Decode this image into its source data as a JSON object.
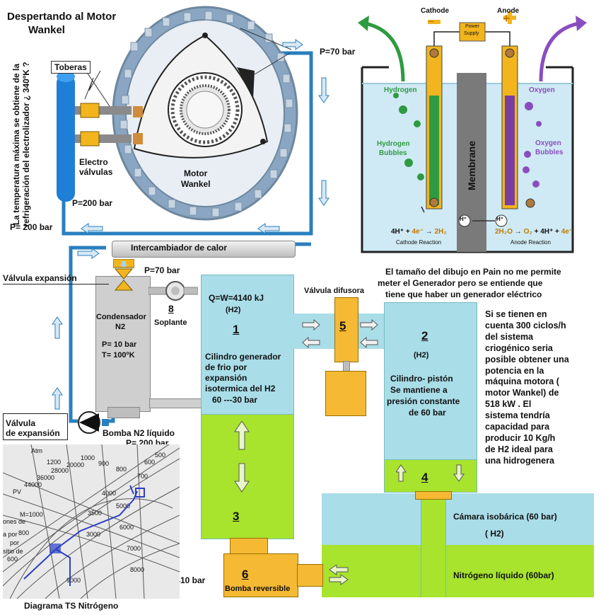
{
  "title_line1": "Despertando al Motor",
  "title_line2": "Wankel",
  "toberas": "Toberas",
  "vertical_note": "La temperatura máxima se obtiene de la refrigeración del electrolizador ¿ 340ºK ?",
  "electro_valvulas_1": "Electro",
  "electro_valvulas_2": "válvulas",
  "motor_1": "Motor",
  "motor_2": "Wankel",
  "p70_top": "P=70 bar",
  "p200_left": "P=200 bar",
  "p200_pipe": "P= 200 bar",
  "intercambiador": "Intercambiador de calor",
  "valvula_expansion_top": "Válvula expansión",
  "p70_mid": "P=70 bar",
  "condensador_1": "Condensador",
  "condensador_2": "N2",
  "condensador_p": "P= 10 bar",
  "condensador_t": "T= 100ºK",
  "soplante_num": "8",
  "soplante": "Soplante",
  "valvula_exp_1": "Válvula",
  "valvula_exp_2": "de expansión",
  "bomba_n2": "Bomba N2 líquido",
  "p200_bottom": "P= 200 bar",
  "cyl1_q": "Q=W=4140 kJ",
  "cyl1_h2": "(H2)",
  "cyl1_num": "1",
  "cyl1_d1": "Cilindro generador",
  "cyl1_d2": "de frio por",
  "cyl1_d3": "expansión",
  "cyl1_d4": "isotermica del H2",
  "cyl1_d5": "60 ---30 bar",
  "cyl3_num": "3",
  "valvula_difusora": "Válvula difusora",
  "valve5_num": "5",
  "cyl2_num": "2",
  "cyl2_h2": "(H2)",
  "cyl2_d1": "Cilindro- pistón",
  "cyl2_d2": "Se mantiene a",
  "cyl2_d3": "presión constante",
  "cyl2_d4": "de 60 bar",
  "cyl4_num": "4",
  "note_1": "El tamaño del dibujo en Pain no me permite",
  "note_2": "meter el Generador pero se entiende que",
  "note_3": "tiene que haber un generador  eléctrico",
  "right_text": [
    "Si se tienen en",
    "cuenta 300 ciclos/h",
    "del sistema",
    "criogénico seria",
    "posible obtener una",
    "potencia en la",
    "máquina motora (",
    "motor Wankel) de",
    "518 kW . El",
    "sistema tendría",
    "capacidad para",
    "producir 10 Kg/h",
    "de H2 ideal para",
    "una hidrogenera"
  ],
  "camara_1": "Cámara isobárica (60 bar)",
  "camara_2": "( H2)",
  "nitrogeno_liquido": "Nitrógeno líquido (60bar)",
  "pump6_num": "6",
  "pump6_label": "Bomba reversible",
  "ten_bar": "10 bar",
  "diagram_ts": "Diagrama TS Nitrógeno",
  "electrolyzer": {
    "cathode": "Cathode",
    "anode": "Anode",
    "power_supply_1": "Power",
    "power_supply_2": "Supply",
    "minus": "−",
    "plus": "+",
    "hydrogen": "Hydrogen",
    "oxygen": "Oxygen",
    "hydrogen_bubbles_1": "Hydrogen",
    "hydrogen_bubbles_2": "Bubbles",
    "oxygen_bubbles_1": "Oxygen",
    "oxygen_bubbles_2": "Bubbles",
    "membrane": "Membrane",
    "ion": "H⁺",
    "electron": "e⁻",
    "cathode_eq_a": "4H⁺ + ",
    "cathode_eq_b": "4e⁻",
    "cathode_eq_c": " → ",
    "cathode_eq_d": "2H₂",
    "cathode_reaction": "Cathode Reaction",
    "anode_eq_a": "2H₂O",
    "anode_eq_b": " → ",
    "anode_eq_c": "O₂",
    "anode_eq_d": " + 4H⁺ + ",
    "anode_eq_e": "4e⁻",
    "anode_reaction": "Anode Reaction"
  },
  "ts_diagram": {
    "labels": [
      "Atm",
      "PV",
      "44000",
      "36000",
      "28000",
      "20000",
      "1200",
      "1000",
      "900",
      "800",
      "700",
      "600",
      "500",
      "4000",
      "5000",
      "6000",
      "7000",
      "3500",
      "3000",
      "8000",
      "9000",
      "M=1000",
      "800",
      "600",
      "ones de",
      "a por",
      "por",
      "sitio de"
    ]
  },
  "colors": {
    "h2_blue": "#a9dde8",
    "n2_green": "#a8e32e",
    "orange": "#f5b934",
    "gray": "#cfcfcf",
    "pipe": "#2a7fbf"
  }
}
